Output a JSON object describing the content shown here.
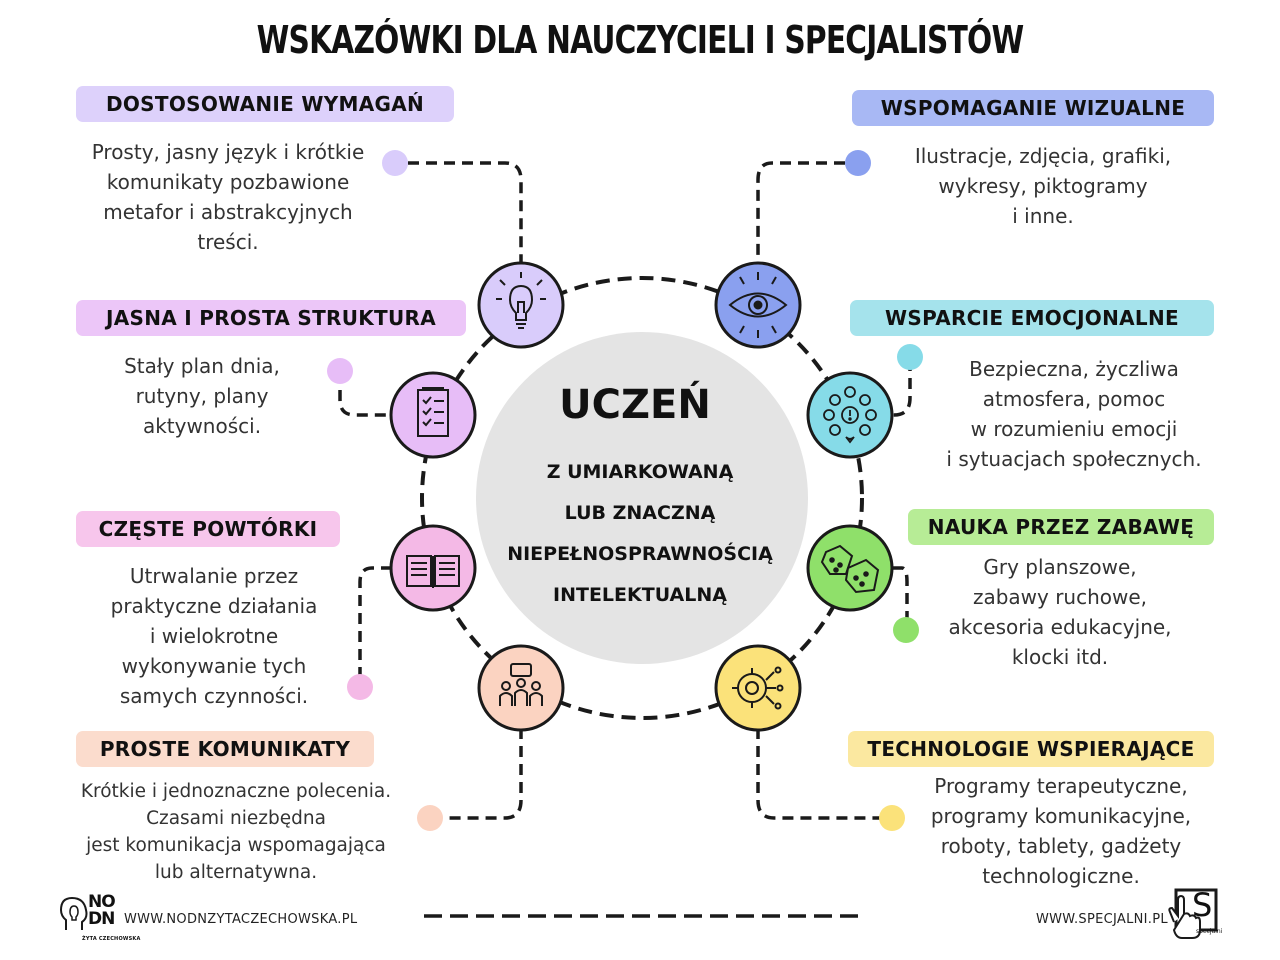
{
  "title": "WSKAZÓWKI DLA NAUCZYCIELI I SPECJALISTÓW",
  "center": {
    "title": "UCZEŃ",
    "subtitle_lines": [
      "Z UMIARKOWANĄ",
      "LUB ZNACZNĄ",
      "NIEPEŁNOSPRAWNOŚCIĄ",
      "INTELEKTUALNĄ"
    ]
  },
  "items": [
    {
      "label": "DOSTOSOWANIE WYMAGAŃ",
      "color": "#ddd1fb",
      "icon": "lightbulb-icon",
      "lines": [
        "Prosty, jasny język i krótkie",
        "komunikaty pozbawione",
        "metafor i abstrakcyjnych",
        "treści."
      ]
    },
    {
      "label": "WSPOMAGANIE WIZUALNE",
      "color": "#a8b8f4",
      "icon": "eye-icon",
      "lines": [
        "Ilustracje, zdjęcia, grafiki,",
        "wykresy, piktogramy",
        "i inne."
      ]
    },
    {
      "label": "JASNA I PROSTA STRUKTURA",
      "color": "#ecc6f8",
      "icon": "checklist-icon",
      "lines": [
        "Stały plan dnia,",
        "rutyny, plany",
        "aktywności."
      ]
    },
    {
      "label": "WSPARCIE EMOCJONALNE",
      "color": "#a5e3ec",
      "icon": "emotions-icon",
      "lines": [
        "Bezpieczna, życzliwa",
        "atmosfera, pomoc",
        "w rozumieniu emocji",
        "i sytuacjach społecznych."
      ]
    },
    {
      "label": "CZĘSTE POWTÓRKI",
      "color": "#f7c6ec",
      "icon": "book-icon",
      "lines": [
        "Utrwalanie  przez",
        "praktyczne działania",
        "i wielokrotne",
        "wykonywanie tych",
        "samych czynności."
      ]
    },
    {
      "label": "NAUKA PRZEZ ZABAWĘ",
      "color": "#b7ec96",
      "icon": "dice-icon",
      "lines": [
        "Gry planszowe,",
        "zabawy ruchowe,",
        "akcesoria edukacyjne,",
        "klocki itd."
      ]
    },
    {
      "label": "PROSTE KOMUNIKATY",
      "color": "#fbdccd",
      "icon": "people-icon",
      "lines": [
        "Krótkie i jednoznaczne polecenia.",
        "Czasami niezbędna",
        "jest komunikacja wspomagająca",
        "lub alternatywna."
      ]
    },
    {
      "label": "TECHNOLOGIE WSPIERAJĄCE",
      "color": "#fbe8a0",
      "icon": "technology-icon",
      "lines": [
        "Programy terapeutyczne,",
        "programy komunikacyjne,",
        "roboty, tablety, gadżety",
        "technologiczne."
      ]
    }
  ],
  "footer": {
    "left_url": "WWW.NODNZYTACZECHOWSKA.PL",
    "right_url": "WWW.SPECJALNI.PL",
    "left_logo_text": "NO DN",
    "left_logo_sub": "ŻYTA CZECHOWSKA",
    "right_logo_text": "S",
    "right_logo_sub": "specjalni"
  },
  "colors": {
    "line": "#1a1a1a",
    "center_disc": "#e4e4e4",
    "circle_lightbulb": "#d9ccfb",
    "circle_eye": "#8aa0ef",
    "circle_checklist": "#e7bdf7",
    "circle_emotions": "#86dbe8",
    "circle_book": "#f4b9e6",
    "circle_dice": "#8fe06a",
    "circle_people": "#fbd3c1",
    "circle_technology": "#fbe27a"
  }
}
